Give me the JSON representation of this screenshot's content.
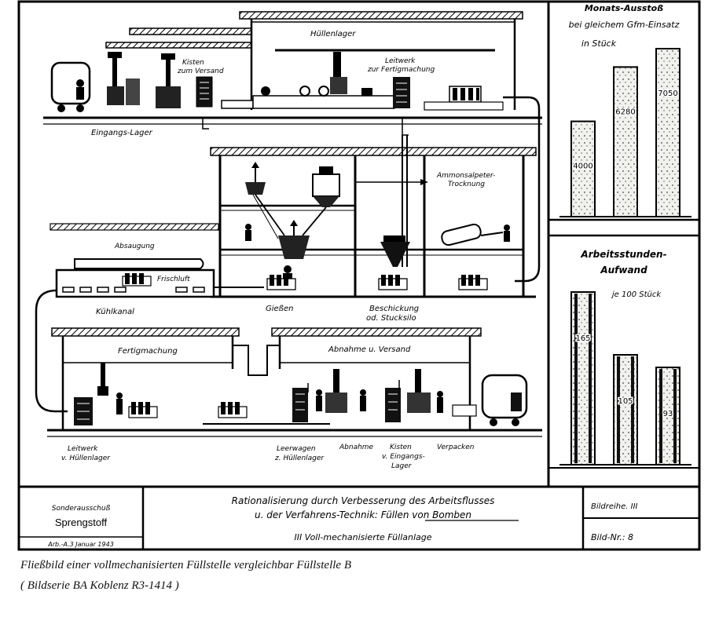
{
  "labels": {
    "huellenlager": "Hüllenlager",
    "kisten_zum_versand": [
      "Kisten",
      "zum Versand"
    ],
    "leitwerk_fertigmachung": [
      "Leitwerk",
      "zur Fertigmachung"
    ],
    "eingangs_lager": "Eingangs-Lager",
    "ammonsalpeter_trocknung": [
      "Ammonsalpeter-",
      "Trocknung"
    ],
    "absaugung": "Absaugung",
    "frischluft": "Frischluft",
    "kuehlkanal": "Kühlkanal",
    "giessen": "Gießen",
    "beschickung": [
      "Beschickung",
      "od. Stucksilo"
    ],
    "fertigmachung": "Fertigmachung",
    "abnahme_versand": "Abnahme u. Versand",
    "leitwerk_huellenlager": [
      "Leitwerk",
      "v. Hüllenlager"
    ],
    "leerwagen": [
      "Leerwagen",
      "z. Hüllenlager"
    ],
    "abnahme": "Abnahme",
    "kisten_eingangslager": [
      "Kisten",
      "v. Eingangs-",
      "Lager"
    ],
    "verpacken": "Verpacken"
  },
  "chart_data": [
    {
      "type": "bar",
      "title": [
        "Monats-Ausstoß",
        "bei gleichem Gfm-Einsatz",
        "in Stück"
      ],
      "categories": [
        "",
        "",
        ""
      ],
      "values": [
        4000,
        6280,
        7050
      ],
      "value_labels": [
        "4000",
        "6280",
        "7050"
      ]
    },
    {
      "type": "bar",
      "title": [
        "Arbeitsstunden-",
        "Aufwand"
      ],
      "subtitle": "je 100 Stück",
      "categories": [
        "",
        "",
        ""
      ],
      "values": [
        165,
        105,
        93
      ],
      "value_labels": [
        "165",
        "105",
        "93"
      ]
    }
  ],
  "title_block": {
    "committee": [
      "Sonderausschuß",
      "Sprengstoff"
    ],
    "committee_date": "Arb.-A.3 Januar 1943",
    "title_line1": "Rationalisierung durch Verbesserung des Arbeitsflusses",
    "title_line2": "u. der Verfahrens-Technik: Füllen von Bomben",
    "subtitle": "III Voll-mechanisierte Füllanlage",
    "series": "Bildreihe. III",
    "number": "Bild-Nr.: 8"
  },
  "caption": {
    "line1": "Fließbild einer vollmechanisierten Füllstelle vergleichbar Füllstelle B",
    "line2": "( Bildserie BA Koblenz R3-1414 )"
  }
}
